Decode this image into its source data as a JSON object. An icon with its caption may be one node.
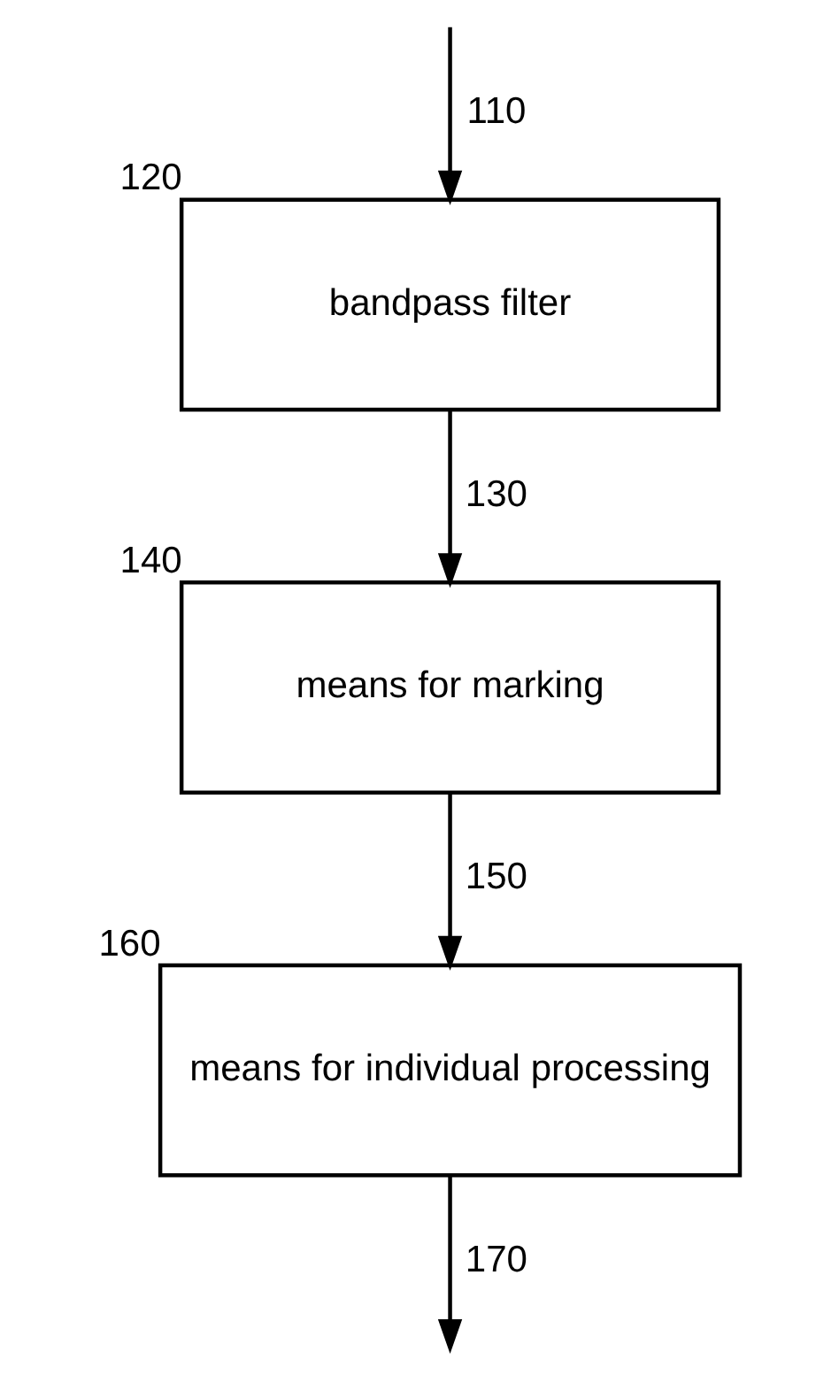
{
  "diagram": {
    "nodes": [
      {
        "text": [
          "bandpass filter"
        ],
        "beside": [
          "120"
        ]
      },
      {
        "text": [
          "means for marking"
        ],
        "beside": [
          "140"
        ]
      },
      {
        "text": [
          "means for individual processing"
        ],
        "beside": [
          "160"
        ]
      }
    ],
    "edges": [
      {
        "from": null,
        "to": 0,
        "arrow": "to",
        "label": "110"
      },
      {
        "from": 0,
        "to": 1,
        "arrow": "to",
        "label": "130"
      },
      {
        "from": 1,
        "to": 2,
        "arrow": "to",
        "label": "150"
      },
      {
        "from": 2,
        "to": null,
        "arrow": "to",
        "label": "170"
      }
    ]
  }
}
